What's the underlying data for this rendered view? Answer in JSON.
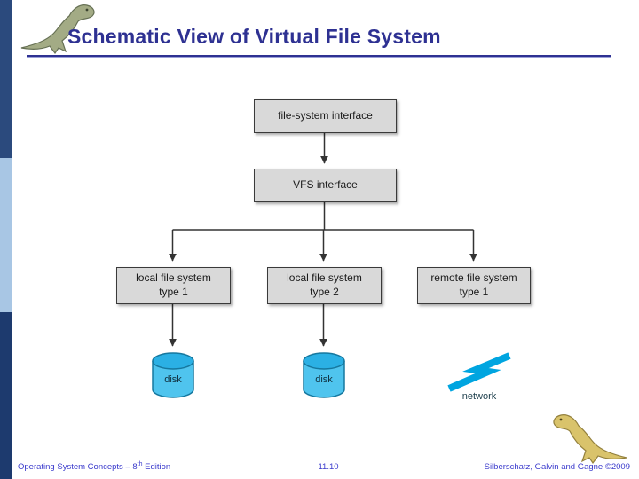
{
  "slide": {
    "title": "Schematic View of Virtual File System"
  },
  "diagram": {
    "fs_interface": "file-system interface",
    "vfs_interface": "VFS interface",
    "local_fs_1": "local file system\ntype 1",
    "local_fs_2": "local file system\ntype 2",
    "remote_fs_1": "remote file system\ntype 1",
    "disk_1": "disk",
    "disk_2": "disk",
    "network_label": "network"
  },
  "footer": {
    "course_prefix": "Operating System Concepts – 8",
    "course_sup": "th",
    "course_suffix": " Edition",
    "page_number": "11.10",
    "credits": "Silberschatz, Galvin and Gagne ©2009"
  },
  "colors": {
    "title_blue": "#2e3192",
    "footer_blue": "#3a3acc",
    "box_fill": "#d9d9d9",
    "box_border": "#3a3a3a",
    "disk_body": "#4fc4ee",
    "disk_top": "#2bb0e4",
    "bolt_cyan": "#00a5e0",
    "connector": "#333333",
    "sidebar_dark": "#2b4a7d",
    "sidebar_light": "#a8c6e4",
    "sidebar_navy": "#1d3a6e"
  }
}
